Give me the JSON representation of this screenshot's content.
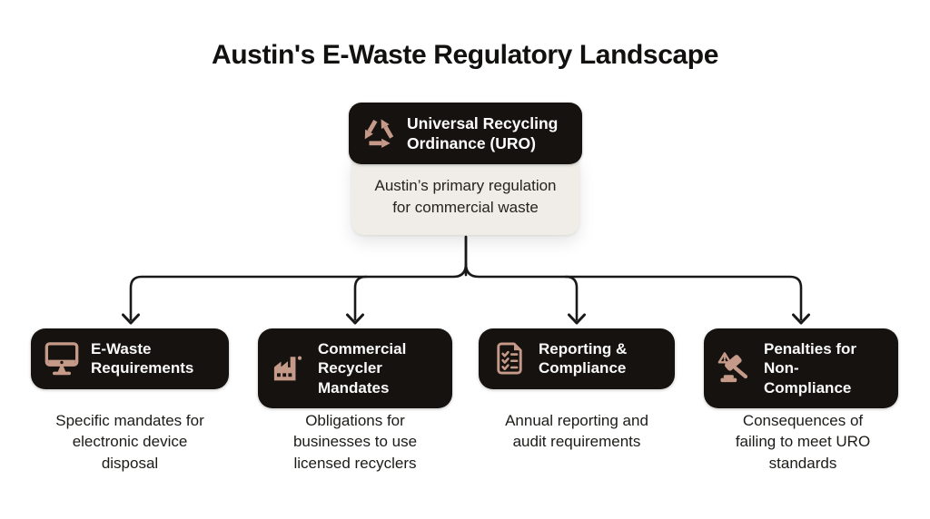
{
  "title": "Austin's E-Waste Regulatory Landscape",
  "colors": {
    "accent": "#c69a89",
    "node_bg": "#16120f",
    "card_bg": "#f0ede8",
    "line": "#191919",
    "ink": "#1d1b18",
    "bg": "#ffffff"
  },
  "root": {
    "icon": "recycle-icon",
    "title": "Universal Recycling\nOrdinance (URO)",
    "description": "Austin’s primary regulation\nfor commercial waste"
  },
  "children": [
    {
      "icon": "monitor-icon",
      "title": "E-Waste\nRequirements",
      "description": "Specific mandates for\nelectronic device\ndisposal"
    },
    {
      "icon": "factory-icon",
      "title": "Commercial\nRecycler\nMandates",
      "description": "Obligations for\nbusinesses to use\nlicensed recyclers"
    },
    {
      "icon": "checklist-icon",
      "title": "Reporting &\nCompliance",
      "description": "Annual reporting and\naudit requirements"
    },
    {
      "icon": "gavel-icon",
      "title": "Penalties for\nNon-\nCompliance",
      "description": "Consequences of\nfailing to meet URO\nstandards"
    }
  ]
}
